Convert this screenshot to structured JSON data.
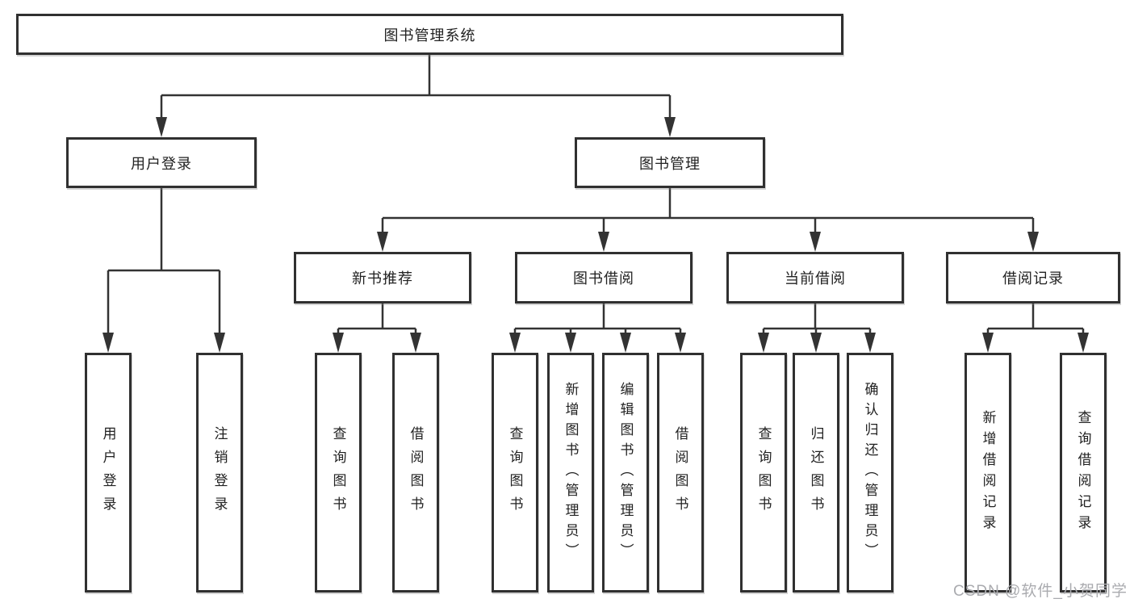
{
  "diagram": {
    "root": {
      "label": "图书管理系统"
    },
    "branches": [
      {
        "label": "用户登录",
        "children": [
          {
            "label": "用户登录"
          },
          {
            "label": "注销登录"
          }
        ]
      },
      {
        "label": "图书管理",
        "children": [
          {
            "label": "新书推荐",
            "children": [
              {
                "label": "查询图书"
              },
              {
                "label": "借阅图书"
              }
            ]
          },
          {
            "label": "图书借阅",
            "children": [
              {
                "label": "查询图书"
              },
              {
                "label": "新增图书（管理员）"
              },
              {
                "label": "编辑图书（管理员）"
              },
              {
                "label": "借阅图书"
              }
            ]
          },
          {
            "label": "当前借阅",
            "children": [
              {
                "label": "查询图书"
              },
              {
                "label": "归还图书"
              },
              {
                "label": "确认归还（管理员）"
              }
            ]
          },
          {
            "label": "借阅记录",
            "children": [
              {
                "label": "新增借阅记录"
              },
              {
                "label": "查询借阅记录"
              }
            ]
          }
        ]
      }
    ],
    "colors": {
      "line": "#333333",
      "box_border": "#303030",
      "text": "#222222",
      "background": "#ffffff",
      "watermark_text": "#aaabaf"
    }
  },
  "watermark": {
    "text": "CSDN @软件_小贺同学"
  }
}
